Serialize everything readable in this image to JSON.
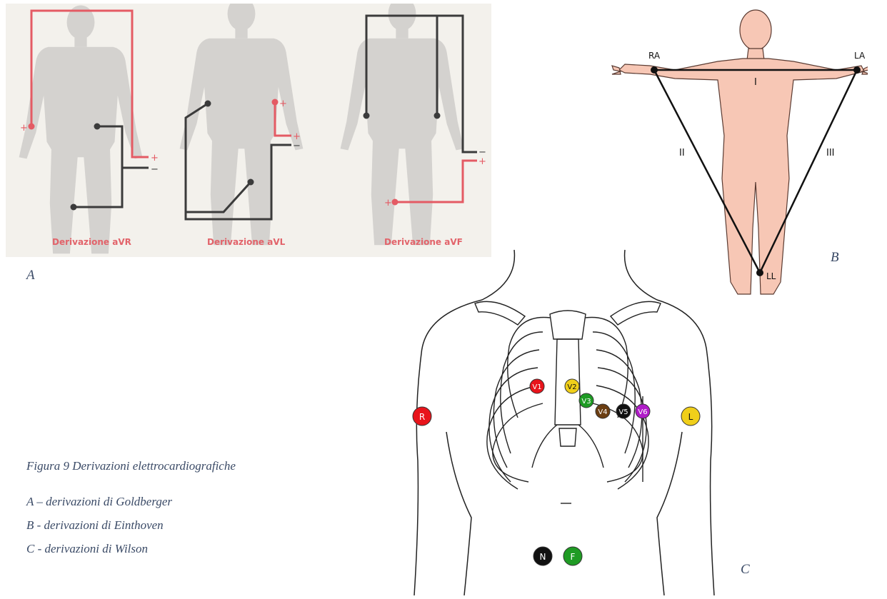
{
  "panelA": {
    "leads": [
      {
        "caption": "Derivazione aVR"
      },
      {
        "caption": "Derivazione aVL"
      },
      {
        "caption": "Derivazione aVF"
      }
    ],
    "plus": "+",
    "minus": "−",
    "colors": {
      "red": "#e45b64",
      "dark": "#3b3b3b",
      "silhouette": "#d4d2cf",
      "caption": "#e2636a"
    }
  },
  "panelB": {
    "nodes": {
      "ra": "RA",
      "la": "LA",
      "ll": "LL"
    },
    "leads": {
      "i": "I",
      "ii": "II",
      "iii": "III"
    },
    "colors": {
      "skin": "#f7c7b5",
      "outline": "#5a3b32"
    }
  },
  "panelC": {
    "electrodes": [
      {
        "label": "R",
        "color": "#e8141b"
      },
      {
        "label": "L",
        "color": "#f0cf1a"
      },
      {
        "label": "V1",
        "color": "#e8141b"
      },
      {
        "label": "V2",
        "color": "#f0cf1a"
      },
      {
        "label": "V3",
        "color": "#1f9b24"
      },
      {
        "label": "V4",
        "color": "#6b3e12"
      },
      {
        "label": "V5",
        "color": "#111111"
      },
      {
        "label": "V6",
        "color": "#b01cc8"
      },
      {
        "label": "N",
        "color": "#111111"
      },
      {
        "label": "F",
        "color": "#1f9b24"
      }
    ]
  },
  "labels": {
    "a": "A",
    "b": "B",
    "c": "C"
  },
  "caption": {
    "title": "Figura 9 Derivazioni elettrocardiografiche",
    "items": [
      "A – derivazioni di Goldberger",
      "B - derivazioni di Einthoven",
      "C - derivazioni di Wilson"
    ]
  }
}
